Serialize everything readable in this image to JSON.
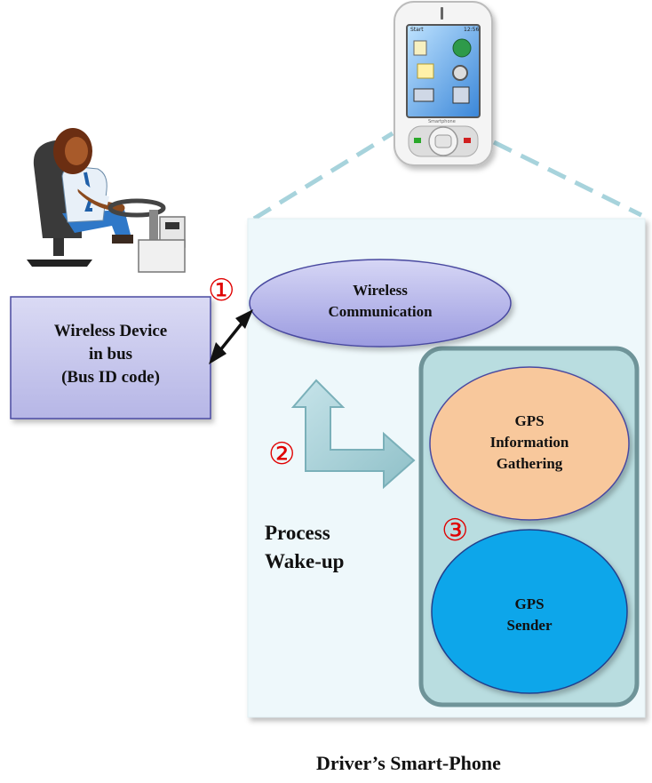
{
  "device_box": {
    "lines": [
      "Wireless Device",
      "in bus",
      "(Bus ID code)"
    ]
  },
  "wireless_comm": {
    "lines": [
      "Wireless",
      "Communication"
    ]
  },
  "gps_gathering": {
    "lines": [
      "GPS",
      "Information",
      "Gathering"
    ]
  },
  "gps_sender": {
    "lines": [
      "GPS",
      "Sender"
    ]
  },
  "process_label": {
    "lines": [
      "Process",
      "Wake-up"
    ]
  },
  "step_markers": [
    "①",
    "②",
    "③"
  ],
  "caption": "Driver’s Smart-Phone",
  "phone_status": {
    "left": "Start",
    "right": "12:56"
  },
  "phone_brand": "Smartphone",
  "icons": [
    "driver-at-wheel-icon",
    "smartphone-icon"
  ],
  "colors": {
    "device_fill": "#c8c8ec",
    "device_border": "#4a4aa0",
    "phone_panel": "#eef8fb",
    "dashed_line": "#a7d3dc",
    "inner_panel": "#b9dde0",
    "inner_border": "#6f9499",
    "wireless_fill": "#b3b3e6",
    "gathering_fill": "#f8c89c",
    "sender_fill": "#07a6ea",
    "marker_red": "#e00000"
  }
}
